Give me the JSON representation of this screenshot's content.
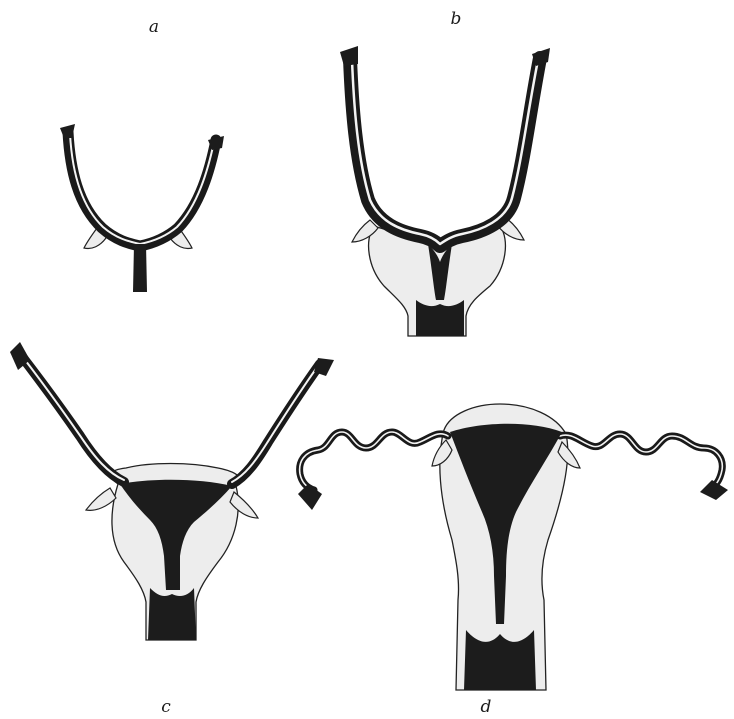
{
  "figure": {
    "panels": [
      {
        "id": "a",
        "label": "a"
      },
      {
        "id": "b",
        "label": "b"
      },
      {
        "id": "c",
        "label": "c"
      },
      {
        "id": "d",
        "label": "d"
      }
    ]
  },
  "colors": {
    "background": "#ffffff",
    "ink": "#1c1c1c",
    "tissue": "#ededed"
  }
}
